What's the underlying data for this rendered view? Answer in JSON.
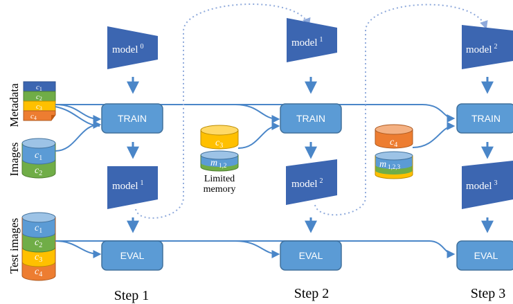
{
  "colors": {
    "model_blue": "#3c66b1",
    "box_blue": "#5b9bd5",
    "box_border": "#41719c",
    "arrow_blue": "#4a86c8",
    "dotted": "#8ea9db",
    "green": "#70ad47",
    "yellow": "#ffc000",
    "orange": "#ed7d31",
    "light_blue": "#5b9bd5"
  },
  "row_labels": {
    "metadata": "Metadata",
    "images": "Images",
    "test_images": "Test images"
  },
  "steps": [
    {
      "label": "Step 1",
      "model_in": {
        "word": "model",
        "sup": "0"
      },
      "model_out": {
        "word": "model",
        "sup": "1"
      },
      "train": "TRAIN",
      "eval": "EVAL"
    },
    {
      "label": "Step 2",
      "model_in": {
        "word": "model",
        "sup": "1"
      },
      "model_out": {
        "word": "model",
        "sup": "2"
      },
      "train": "TRAIN",
      "eval": "EVAL"
    },
    {
      "label": "Step 3",
      "model_in": {
        "word": "model",
        "sup": "2"
      },
      "model_out": {
        "word": "model",
        "sup": "3"
      },
      "train": "TRAIN",
      "eval": "EVAL"
    }
  ],
  "metadata_stack": {
    "items": [
      {
        "var": "c",
        "sub": "1"
      },
      {
        "var": "c",
        "sub": "2"
      },
      {
        "var": "c",
        "sub": "3"
      },
      {
        "var": "c",
        "sub": "4"
      }
    ]
  },
  "images_db": {
    "items": [
      {
        "var": "c",
        "sub": "1"
      },
      {
        "var": "c",
        "sub": "2"
      }
    ]
  },
  "test_db": {
    "items": [
      {
        "var": "c",
        "sub": "1"
      },
      {
        "var": "c",
        "sub": "2"
      },
      {
        "var": "c",
        "sub": "3"
      },
      {
        "var": "c",
        "sub": "4"
      }
    ]
  },
  "step2_db": {
    "new": {
      "var": "c",
      "sub": "3"
    },
    "memory": {
      "var": "m",
      "sub": "1,2"
    },
    "memory_label_1": "Limited",
    "memory_label_2": "memory"
  },
  "step3_db": {
    "new": {
      "var": "c",
      "sub": "4"
    },
    "memory": {
      "var": "m",
      "sub": "1,2,3"
    }
  }
}
